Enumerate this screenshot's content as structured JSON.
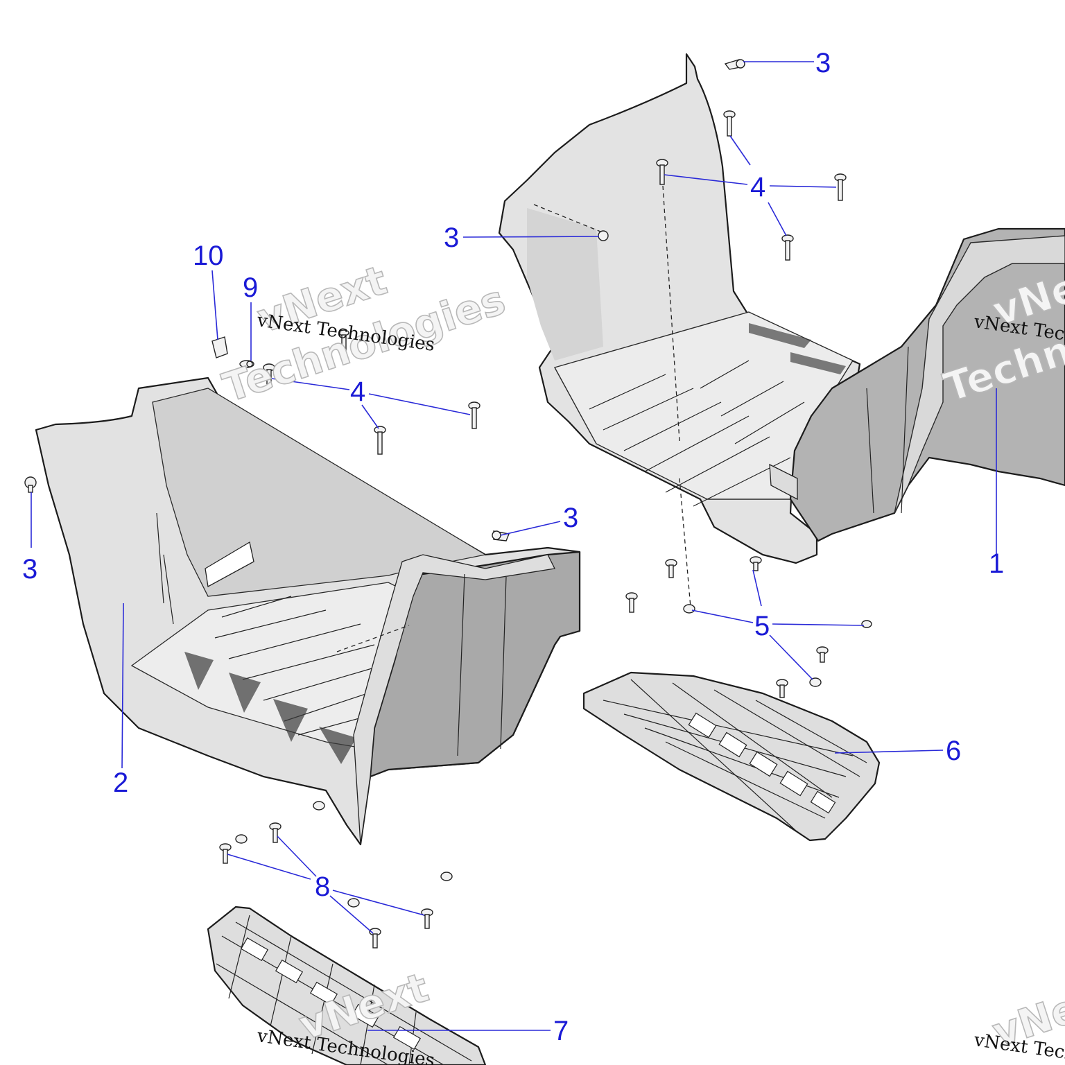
{
  "callouts": [
    {
      "id": "1",
      "label": "1"
    },
    {
      "id": "2",
      "label": "2"
    },
    {
      "id": "3",
      "label": "3"
    },
    {
      "id": "4",
      "label": "4"
    },
    {
      "id": "5",
      "label": "5"
    },
    {
      "id": "6",
      "label": "6"
    },
    {
      "id": "7",
      "label": "7"
    },
    {
      "id": "8",
      "label": "8"
    },
    {
      "id": "9",
      "label": "9"
    },
    {
      "id": "10",
      "label": "10"
    }
  ],
  "watermark": {
    "company": "vNext Technologies",
    "word_1": "vNext",
    "word_2": "Technologies"
  },
  "colors": {
    "callout": "#1a1ad6",
    "part_light": "#e6e6e6",
    "part_dark": "#a9a9a9",
    "outline": "#1c1c1c"
  }
}
